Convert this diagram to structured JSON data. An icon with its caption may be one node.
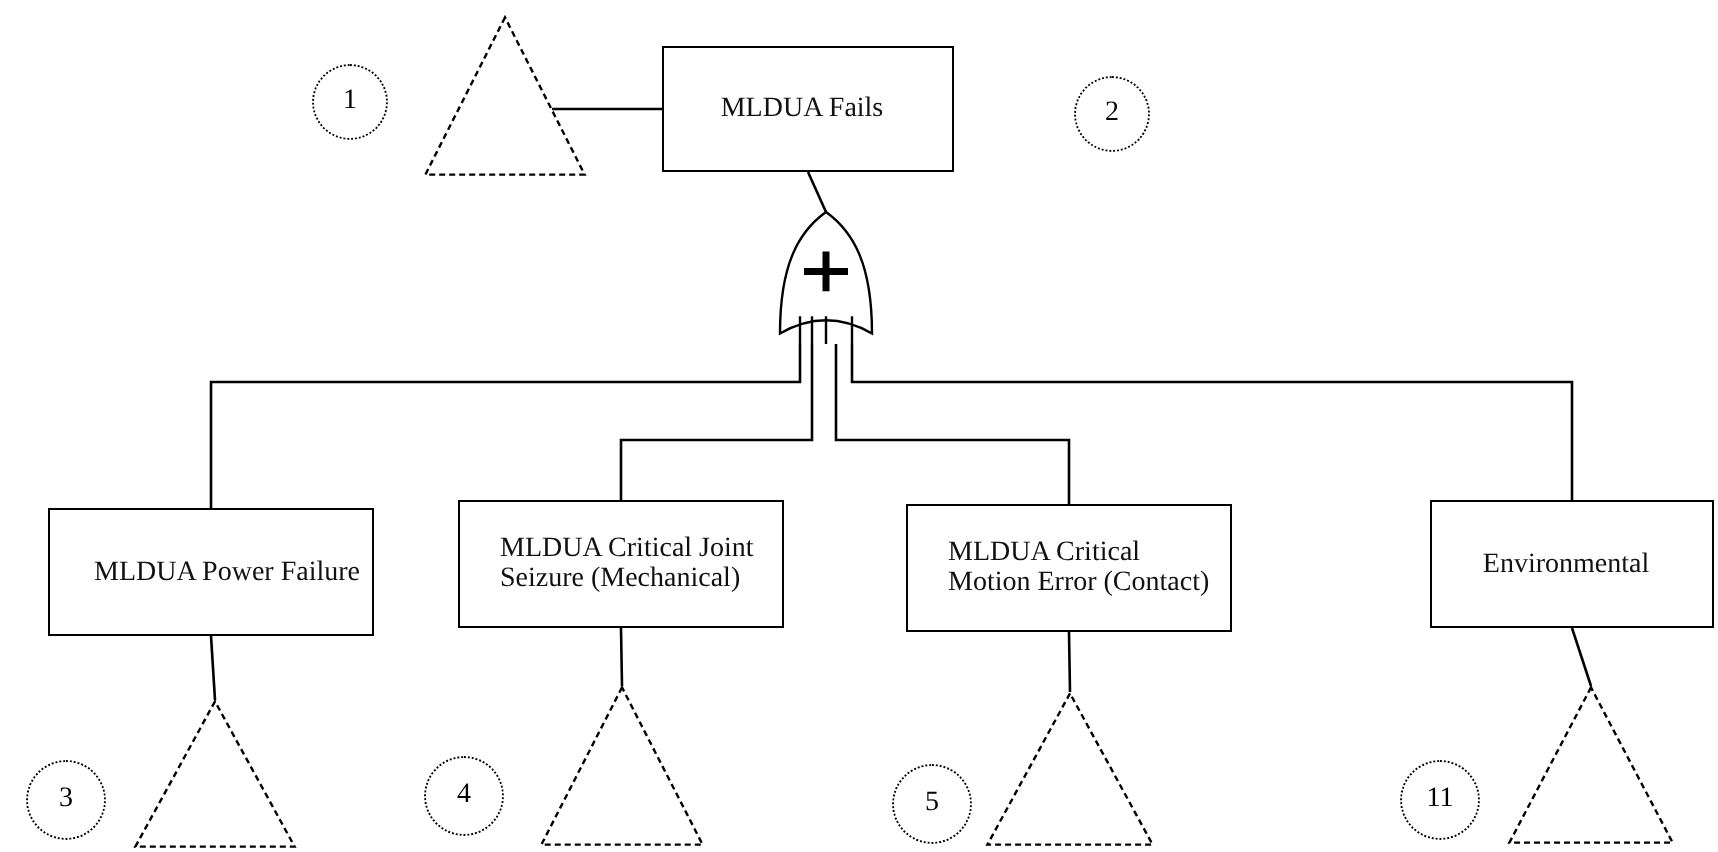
{
  "diagram": {
    "nodes": [
      {
        "text": [
          "MLDUA Fails"
        ]
      },
      {
        "text": [],
        "shape": "gate"
      },
      {
        "text": [
          "MLDUA Power Failure"
        ]
      },
      {
        "text": [
          "MLDUA Critical Joint Seizure (Mechanical)"
        ]
      },
      {
        "text": [
          "MLDUA Critical Motion Error (Contact)"
        ]
      },
      {
        "text": [
          "Environmental"
        ]
      },
      {
        "text": [],
        "shape": "triangle"
      },
      {
        "text": [],
        "shape": "triangle"
      },
      {
        "text": [],
        "shape": "triangle"
      },
      {
        "text": [],
        "shape": "triangle"
      },
      {
        "text": [],
        "shape": "triangle"
      },
      {
        "text": [
          "1"
        ]
      },
      {
        "text": [
          "2"
        ]
      },
      {
        "text": [
          "3"
        ]
      },
      {
        "text": [
          "4"
        ]
      },
      {
        "text": [
          "5"
        ]
      },
      {
        "text": [
          "11"
        ]
      }
    ],
    "edges": [
      {
        "from": 6,
        "to": 0,
        "arrow": "none"
      },
      {
        "from": 0,
        "to": 1,
        "arrow": "none"
      },
      {
        "from": 1,
        "to": 2,
        "arrow": "none"
      },
      {
        "from": 1,
        "to": 3,
        "arrow": "none"
      },
      {
        "from": 1,
        "to": 4,
        "arrow": "none"
      },
      {
        "from": 1,
        "to": 5,
        "arrow": "none"
      },
      {
        "from": 2,
        "to": 7,
        "arrow": "none"
      },
      {
        "from": 3,
        "to": 8,
        "arrow": "none"
      },
      {
        "from": 4,
        "to": 9,
        "arrow": "none"
      },
      {
        "from": 5,
        "to": 10,
        "arrow": "none"
      }
    ]
  }
}
